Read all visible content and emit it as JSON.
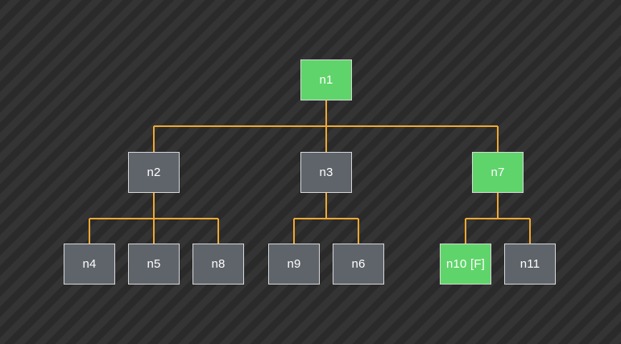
{
  "diagram": {
    "type": "tree",
    "colors": {
      "background": "#2c2c2d",
      "edge": "#f0a830",
      "node_default": "#5f646b",
      "node_highlight": "#5fd46a",
      "node_border": "#d8d8d8",
      "text": "#ffffff"
    },
    "nodes": [
      {
        "id": "n1",
        "label": "n1",
        "highlight": true
      },
      {
        "id": "n2",
        "label": "n2",
        "highlight": false
      },
      {
        "id": "n3",
        "label": "n3",
        "highlight": false
      },
      {
        "id": "n7",
        "label": "n7",
        "highlight": true
      },
      {
        "id": "n4",
        "label": "n4",
        "highlight": false
      },
      {
        "id": "n5",
        "label": "n5",
        "highlight": false
      },
      {
        "id": "n8",
        "label": "n8",
        "highlight": false
      },
      {
        "id": "n9",
        "label": "n9",
        "highlight": false
      },
      {
        "id": "n6",
        "label": "n6",
        "highlight": false
      },
      {
        "id": "n10",
        "label": "n10 [F]",
        "highlight": true
      },
      {
        "id": "n11",
        "label": "n11",
        "highlight": false
      }
    ],
    "edges": [
      {
        "from": "n1",
        "to": "n2"
      },
      {
        "from": "n1",
        "to": "n3"
      },
      {
        "from": "n1",
        "to": "n7"
      },
      {
        "from": "n2",
        "to": "n4"
      },
      {
        "from": "n2",
        "to": "n5"
      },
      {
        "from": "n2",
        "to": "n8"
      },
      {
        "from": "n3",
        "to": "n9"
      },
      {
        "from": "n3",
        "to": "n6"
      },
      {
        "from": "n7",
        "to": "n10"
      },
      {
        "from": "n7",
        "to": "n11"
      }
    ]
  }
}
